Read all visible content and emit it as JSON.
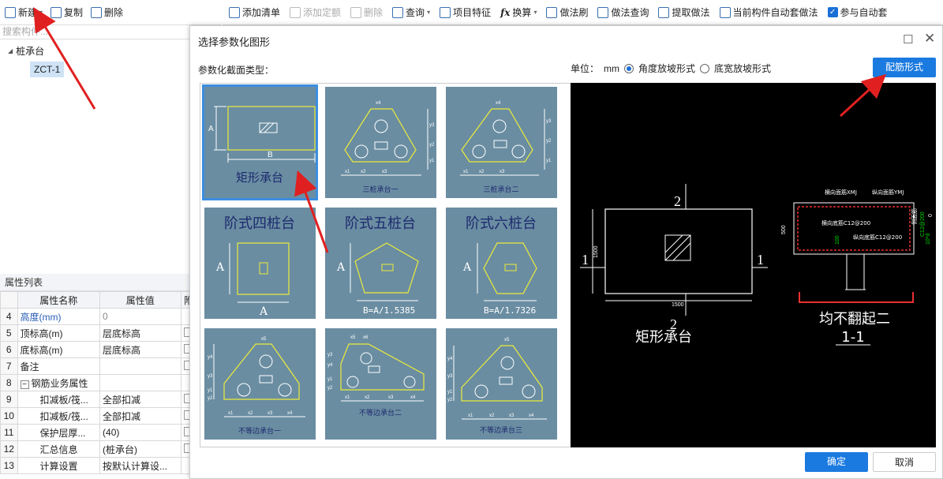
{
  "left_toolbar": {
    "new_label": "新建",
    "copy_label": "复制",
    "delete_label": "删除"
  },
  "search": {
    "placeholder": "搜索构件..."
  },
  "tree": {
    "root": "桩承台",
    "child": "ZCT-1"
  },
  "main_toolbar": {
    "items": [
      "添加清单",
      "添加定额",
      "删除",
      "查询",
      "项目特征",
      "换算",
      "做法刷",
      "做法查询",
      "提取做法",
      "当前构件自动套做法",
      "参与自动套"
    ]
  },
  "props": {
    "title": "属性列表",
    "headers": [
      "属性名称",
      "属性值",
      "附"
    ],
    "rows": [
      {
        "n": "4",
        "name": "高度(mm)",
        "value": "0"
      },
      {
        "n": "5",
        "name": "顶标高(m)",
        "value": "层底标高"
      },
      {
        "n": "6",
        "name": "底标高(m)",
        "value": "层底标高"
      },
      {
        "n": "7",
        "name": "备注",
        "value": ""
      },
      {
        "n": "8",
        "name": "钢筋业务属性",
        "value": ""
      },
      {
        "n": "9",
        "name": "扣减板/筏...",
        "value": "全部扣减"
      },
      {
        "n": "10",
        "name": "扣减板/筏...",
        "value": "全部扣减"
      },
      {
        "n": "11",
        "name": "保护层厚...",
        "value": "(40)"
      },
      {
        "n": "12",
        "name": "汇总信息",
        "value": "(桩承台)"
      },
      {
        "n": "13",
        "name": "计算设置",
        "value": "按默认计算设..."
      }
    ]
  },
  "dialog": {
    "title": "选择参数化图形",
    "section_label": "参数化截面类型：",
    "unit_label": "单位：",
    "unit_value": "mm",
    "radio1": "角度放坡形式",
    "radio2": "底宽放坡形式",
    "config_button": "配筋形式",
    "ok": "确定",
    "cancel": "取消",
    "shapes": [
      {
        "label": "矩形承台",
        "dims": [
          "A",
          "B"
        ]
      },
      {
        "label": "三桩承台一",
        "dims": [
          "x4",
          "y1",
          "y2",
          "y3",
          "x1",
          "x2",
          "x3"
        ]
      },
      {
        "label": "三桩承台二",
        "dims": [
          "x4",
          "y3",
          "y2",
          "y1",
          "x1",
          "x2",
          "x3"
        ]
      },
      {
        "label": "阶式四桩台",
        "dims": [
          "A",
          "A"
        ]
      },
      {
        "label": "阶式五桩台",
        "dims": [
          "A",
          "B=A/1.5385"
        ]
      },
      {
        "label": "阶式六桩台",
        "dims": [
          "A",
          "B=A/1.7326"
        ]
      },
      {
        "label": "不等边承台一",
        "dims": [
          "x5",
          "y4",
          "y3",
          "y1",
          "y2",
          "x1",
          "x2",
          "x3",
          "x4"
        ]
      },
      {
        "label": "不等边承台二",
        "dims": [
          "x5",
          "x6",
          "y3",
          "y4",
          "y1",
          "y2",
          "x1",
          "x2",
          "x3",
          "x4"
        ]
      },
      {
        "label": "不等边承台三",
        "dims": [
          "x5",
          "y4",
          "y3",
          "y1",
          "y2",
          "x1",
          "x2",
          "x3",
          "x4"
        ]
      }
    ],
    "preview": {
      "left_title": "矩形承台",
      "section_mark": "2",
      "side_mark": "1",
      "dim_height": "1500",
      "dim_width": "1500",
      "section_title": "1-1",
      "section_note": "均不翻起二",
      "label_top_bar": "横向面筋XMJ",
      "label_long_top": "纵向面筋YMJ",
      "label_bottom_bar": "横向底筋C12@200",
      "label_long_bottom": "纵向底筋C12@200",
      "label_side": "侧面筋",
      "side_value": "C12@200",
      "dim_500": "500",
      "dim_0": "0",
      "dim_10d": "10*d",
      "dim_100": "100"
    }
  },
  "colors": {
    "accent": "#1a7ae0",
    "card": "#6a8da2",
    "preview_bg": "#000000",
    "dim_green": "#00d800",
    "arrow_red": "#e02020"
  }
}
